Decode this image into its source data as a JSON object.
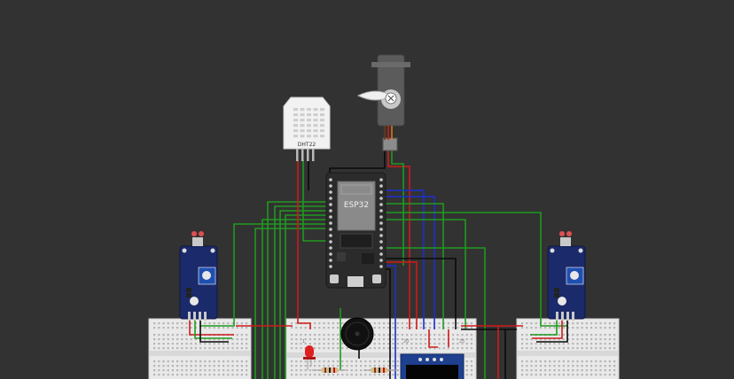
{
  "canvas": {
    "background": "#323232"
  },
  "components": {
    "dht22": {
      "label": "DHT22",
      "color": "#f2f2f2"
    },
    "esp32": {
      "label": "ESP32",
      "board_color": "#2b2b2b",
      "chip_color": "#8a8a8a"
    },
    "servo": {
      "color": "#5b5b5b"
    },
    "buzzer": {
      "color": "#111111"
    },
    "oled": {
      "color": "#1f3f8f"
    },
    "sensor_left": {
      "color": "#1b2a6b"
    },
    "sensor_right": {
      "color": "#1b2a6b"
    },
    "led": {
      "color": "#e02020"
    }
  },
  "breadboard": {
    "labels": {
      "a": "1",
      "b": "20",
      "c": "25"
    }
  },
  "wire_colors": {
    "green": "#1f9a1f",
    "red": "#d01a1a",
    "black": "#0a0a0a",
    "blue": "#1a2fd0",
    "orange": "#e87a10"
  }
}
